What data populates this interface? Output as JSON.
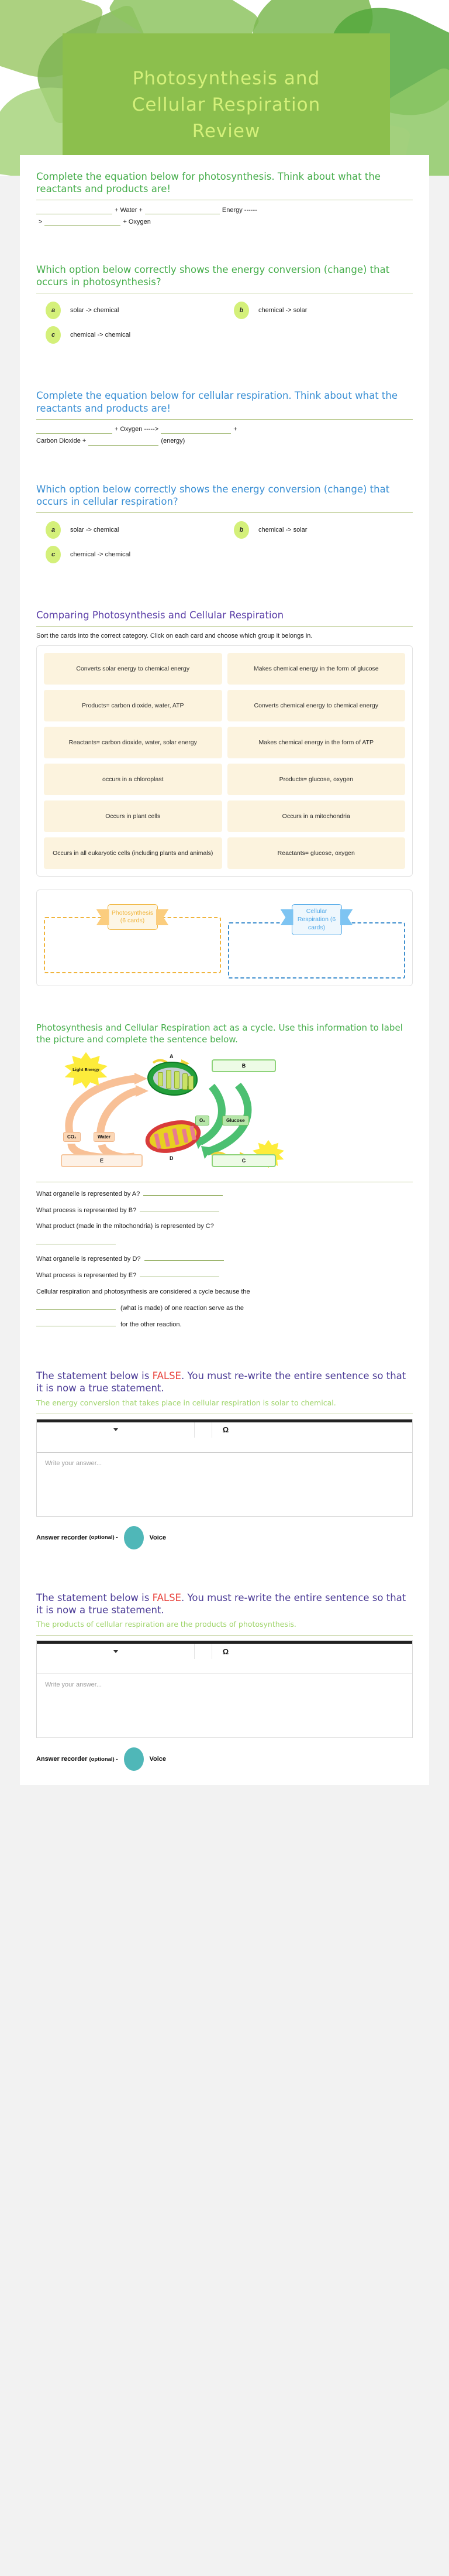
{
  "header": {
    "title_lines": [
      "Photosynthesis and",
      "Cellular Respiration",
      "Review"
    ]
  },
  "q1": {
    "prompt": "Complete the equation below for photosynthesis. Think about what the reactants and products are!",
    "eq_part1": "+ Water +",
    "eq_part2": "Energy ------",
    "eq_arrow": ">",
    "eq_part3": "+ Oxygen"
  },
  "q2": {
    "prompt": "Which option below correctly shows the energy conversion (change) that occurs in photosynthesis?",
    "options": [
      {
        "key": "a",
        "label": "solar -> chemical"
      },
      {
        "key": "b",
        "label": "chemical -> solar"
      },
      {
        "key": "c",
        "label": "chemical -> chemical"
      }
    ]
  },
  "q3": {
    "prompt": "Complete the equation below for cellular respiration. Think about what the reactants and products are!",
    "eq_part1": "+ Oxygen ----->",
    "eq_plus": "+",
    "eq_part2": "Carbon Dioxide +",
    "eq_part3": "(energy)"
  },
  "q4": {
    "prompt": "Which option below correctly shows the energy conversion (change) that occurs in cellular respiration?",
    "options": [
      {
        "key": "a",
        "label": "solar -> chemical"
      },
      {
        "key": "b",
        "label": "chemical -> solar"
      },
      {
        "key": "c",
        "label": "chemical -> chemical"
      }
    ]
  },
  "sorting": {
    "heading": "Comparing Photosynthesis and Cellular Respiration",
    "instructions": "Sort the cards into the correct category. Click on each card and choose which group it belongs in.",
    "cards": [
      "Converts solar energy to chemical energy",
      "Makes chemical energy in the form of glucose",
      "Products= carbon dioxide, water, ATP",
      "Converts chemical energy to chemical energy",
      "Reactants= carbon dioxide, water, solar energy",
      "Makes chemical energy in the form of ATP",
      "occurs in a chloroplast",
      "Products= glucose, oxygen",
      "Occurs in plant cells",
      "Occurs in a mitochondria",
      "Occurs in all eukaryotic cells (including plants and animals)",
      "Reactants= glucose, oxygen"
    ],
    "categories": [
      {
        "label": "Photosynthesis (6 cards)",
        "color": "#f0b43c"
      },
      {
        "label": "Cellular Respiration (6 cards)",
        "color": "#51a9e8"
      }
    ]
  },
  "cycle": {
    "prompt": "Photosynthesis and Cellular Respiration act as a cycle.  Use this information to label the picture and complete the sentence below.",
    "diagram": {
      "sun_label": "Light Energy",
      "tags": [
        "CO₂",
        "Water",
        "O₂",
        "Glucose"
      ],
      "letters": [
        "A",
        "B",
        "C",
        "D",
        "E"
      ]
    },
    "questions": [
      "What organelle is represented by A?",
      "What process is represented by B?",
      "What product (made in the mitochondria) is represented by C?",
      "What organelle is represented by D?",
      "What process is represented by E?"
    ],
    "sentence_p1": "Cellular respiration and photosynthesis are considered a cycle because the",
    "sentence_p2": "(what is made) of one reaction serve as the",
    "sentence_p3": "for the other reaction."
  },
  "false1": {
    "heading_p1": "The statement below is ",
    "heading_false": "FALSE",
    "heading_p2": ". You must re-write the entire sentence so that it is now a true statement.",
    "statement": "The energy conversion that takes place in cellular respiration is solar to chemical.",
    "editor_placeholder": "Write your answer...",
    "omega": "Ω",
    "recorder_label": "Answer recorder",
    "recorder_optional": "(optional) -",
    "recorder_voice": "Voice"
  },
  "false2": {
    "heading_p1": "The statement below is ",
    "heading_false": "FALSE",
    "heading_p2": ". You must re-write the entire sentence so that it is now a true statement.",
    "statement": "The products of cellular respiration are the products of photosynthesis.",
    "editor_placeholder": "Write your answer...",
    "omega": "Ω",
    "recorder_label": "Answer recorder",
    "recorder_optional": "(optional) -",
    "recorder_voice": "Voice"
  }
}
